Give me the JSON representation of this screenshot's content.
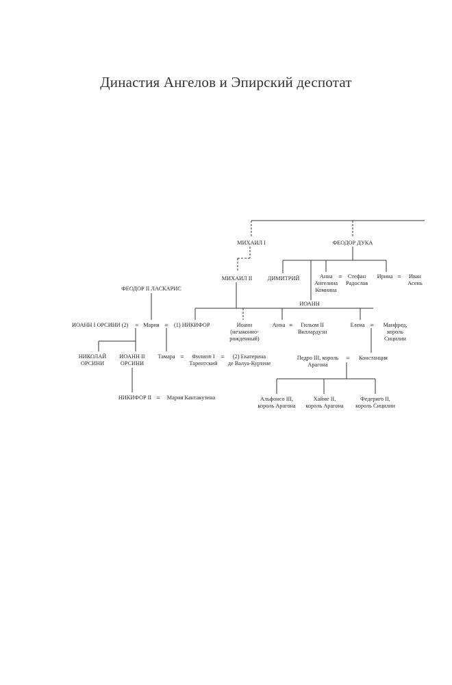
{
  "title": "Династия Ангелов и Эпирский деспотат",
  "people": {
    "mikhail1": "МИХАИЛ I",
    "feodor_duka": "ФЕОДОР ДУКА",
    "mikhail2": "МИХАИЛ II",
    "dimitry": "ДИМИТРИЙ",
    "anna_angelina": [
      "Анна",
      "Ангелина",
      "Комнина"
    ],
    "stefan": [
      "Стефан",
      "Радослав"
    ],
    "irina": "Ирина",
    "ivan_asen": [
      "Иван",
      "Асень"
    ],
    "feodor_laskaris": "ФЕОДОР II ЛАСКАРИС",
    "ioann": "ИОАНН",
    "ioann_orsini": "ИОАНН I ОРСИНИ (2)",
    "maria": "Мария",
    "nikifor1": "(1) НИКИФОР",
    "ioann_illeg": [
      "Иоанн",
      "(незаконно-",
      "рожденный)"
    ],
    "anna": "Анна",
    "guillaume": [
      "Гильом II",
      "Виллардуэн"
    ],
    "elena": "Елена",
    "manfred": [
      "Манфред,",
      "король",
      "Сицилии"
    ],
    "nikolai": [
      "НИКОЛАЙ",
      "ОРСИНИ"
    ],
    "ioann2": [
      "ИОАНН II",
      "ОРСИНИ"
    ],
    "tamara": "Тамара",
    "philipp": [
      "Филипп I",
      "Тарентский"
    ],
    "ekaterina": [
      "(2) Екатерина",
      "де Валуа-Куртене"
    ],
    "pedro": [
      "Педро III, король",
      "Арагона"
    ],
    "constancia": "Констанция",
    "nikifor2": "НИКИФОР II",
    "maria_k": "Мария Кантакузина",
    "alfonso": [
      "Альфонсо III,",
      "король Арагона"
    ],
    "jaime": [
      "Хайме II,",
      "король Арагона"
    ],
    "federigo": [
      "Федериго II,",
      "король Сицилии"
    ]
  },
  "marriage_symbol": "="
}
